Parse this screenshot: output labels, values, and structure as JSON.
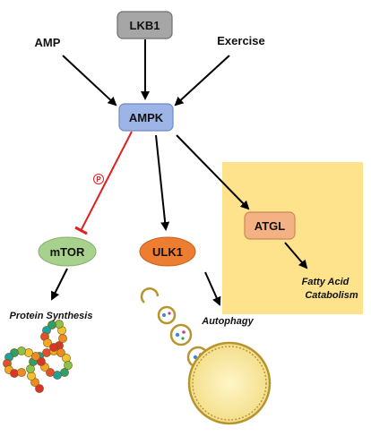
{
  "nodes": {
    "lkb1": "LKB1",
    "amp": "AMP",
    "exercise": "Exercise",
    "ampk": "AMPK",
    "mtor": "mTOR",
    "ulk1": "ULK1",
    "atgl": "ATGL"
  },
  "outcomes": {
    "protein_synthesis": "Protein Synthesis",
    "autophagy": "Autophagy",
    "fatty_acid_line1": "Fatty Acid",
    "fatty_acid_line2": "Catabolism"
  },
  "phospho_marker": "P",
  "colors": {
    "lkb1_fill": "#a6a6a6",
    "ampk_fill": "#9db4e6",
    "mtor_fill": "#a9d18e",
    "ulk1_fill": "#ed7d31",
    "atgl_fill": "#f4b183",
    "highlight_box": "#ffd966",
    "inhibition": "#e02020",
    "arrow": "#000000"
  }
}
